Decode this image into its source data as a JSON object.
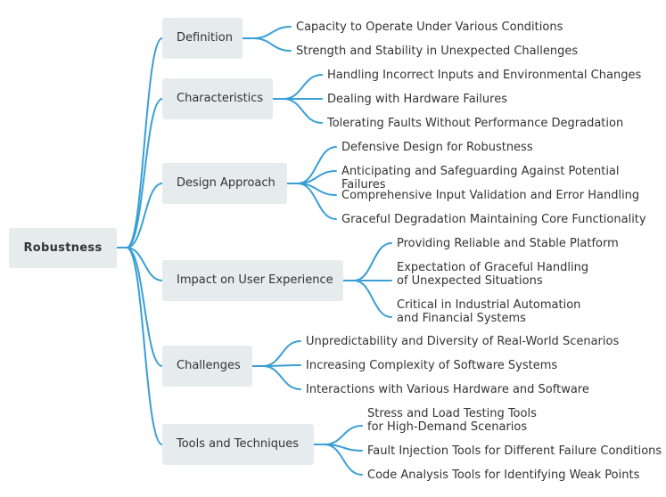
{
  "mindmap": {
    "root": {
      "label": "Robustness"
    },
    "branches": [
      {
        "label": "Definition",
        "children": [
          "Capacity to Operate Under Various Conditions",
          "Strength and Stability in Unexpected Challenges"
        ]
      },
      {
        "label": "Characteristics",
        "children": [
          "Handling Incorrect Inputs and Environmental Changes",
          "Dealing with Hardware Failures",
          "Tolerating Faults Without Performance Degradation"
        ]
      },
      {
        "label": "Design Approach",
        "children": [
          "Defensive Design for Robustness",
          "Anticipating and Safeguarding Against Potential Failures",
          "Comprehensive Input Validation and Error Handling",
          "Graceful Degradation Maintaining Core Functionality"
        ]
      },
      {
        "label": "Impact on User Experience",
        "children": [
          "Providing Reliable and Stable Platform",
          "Expectation of Graceful Handling\nof Unexpected Situations",
          "Critical in Industrial Automation\nand Financial Systems"
        ]
      },
      {
        "label": "Challenges",
        "children": [
          "Unpredictability and Diversity of Real-World Scenarios",
          "Increasing Complexity of Software Systems",
          "Interactions with Various Hardware and Software"
        ]
      },
      {
        "label": "Tools and Techniques",
        "children": [
          "Stress and Load Testing Tools\nfor High-Demand Scenarios",
          "Fault Injection Tools for Different Failure Conditions",
          "Code Analysis Tools for Identifying Weak Points"
        ]
      }
    ],
    "colors": {
      "line": "#3a9fd5",
      "node_fill": "#e6ebee",
      "text": "#333333"
    }
  }
}
